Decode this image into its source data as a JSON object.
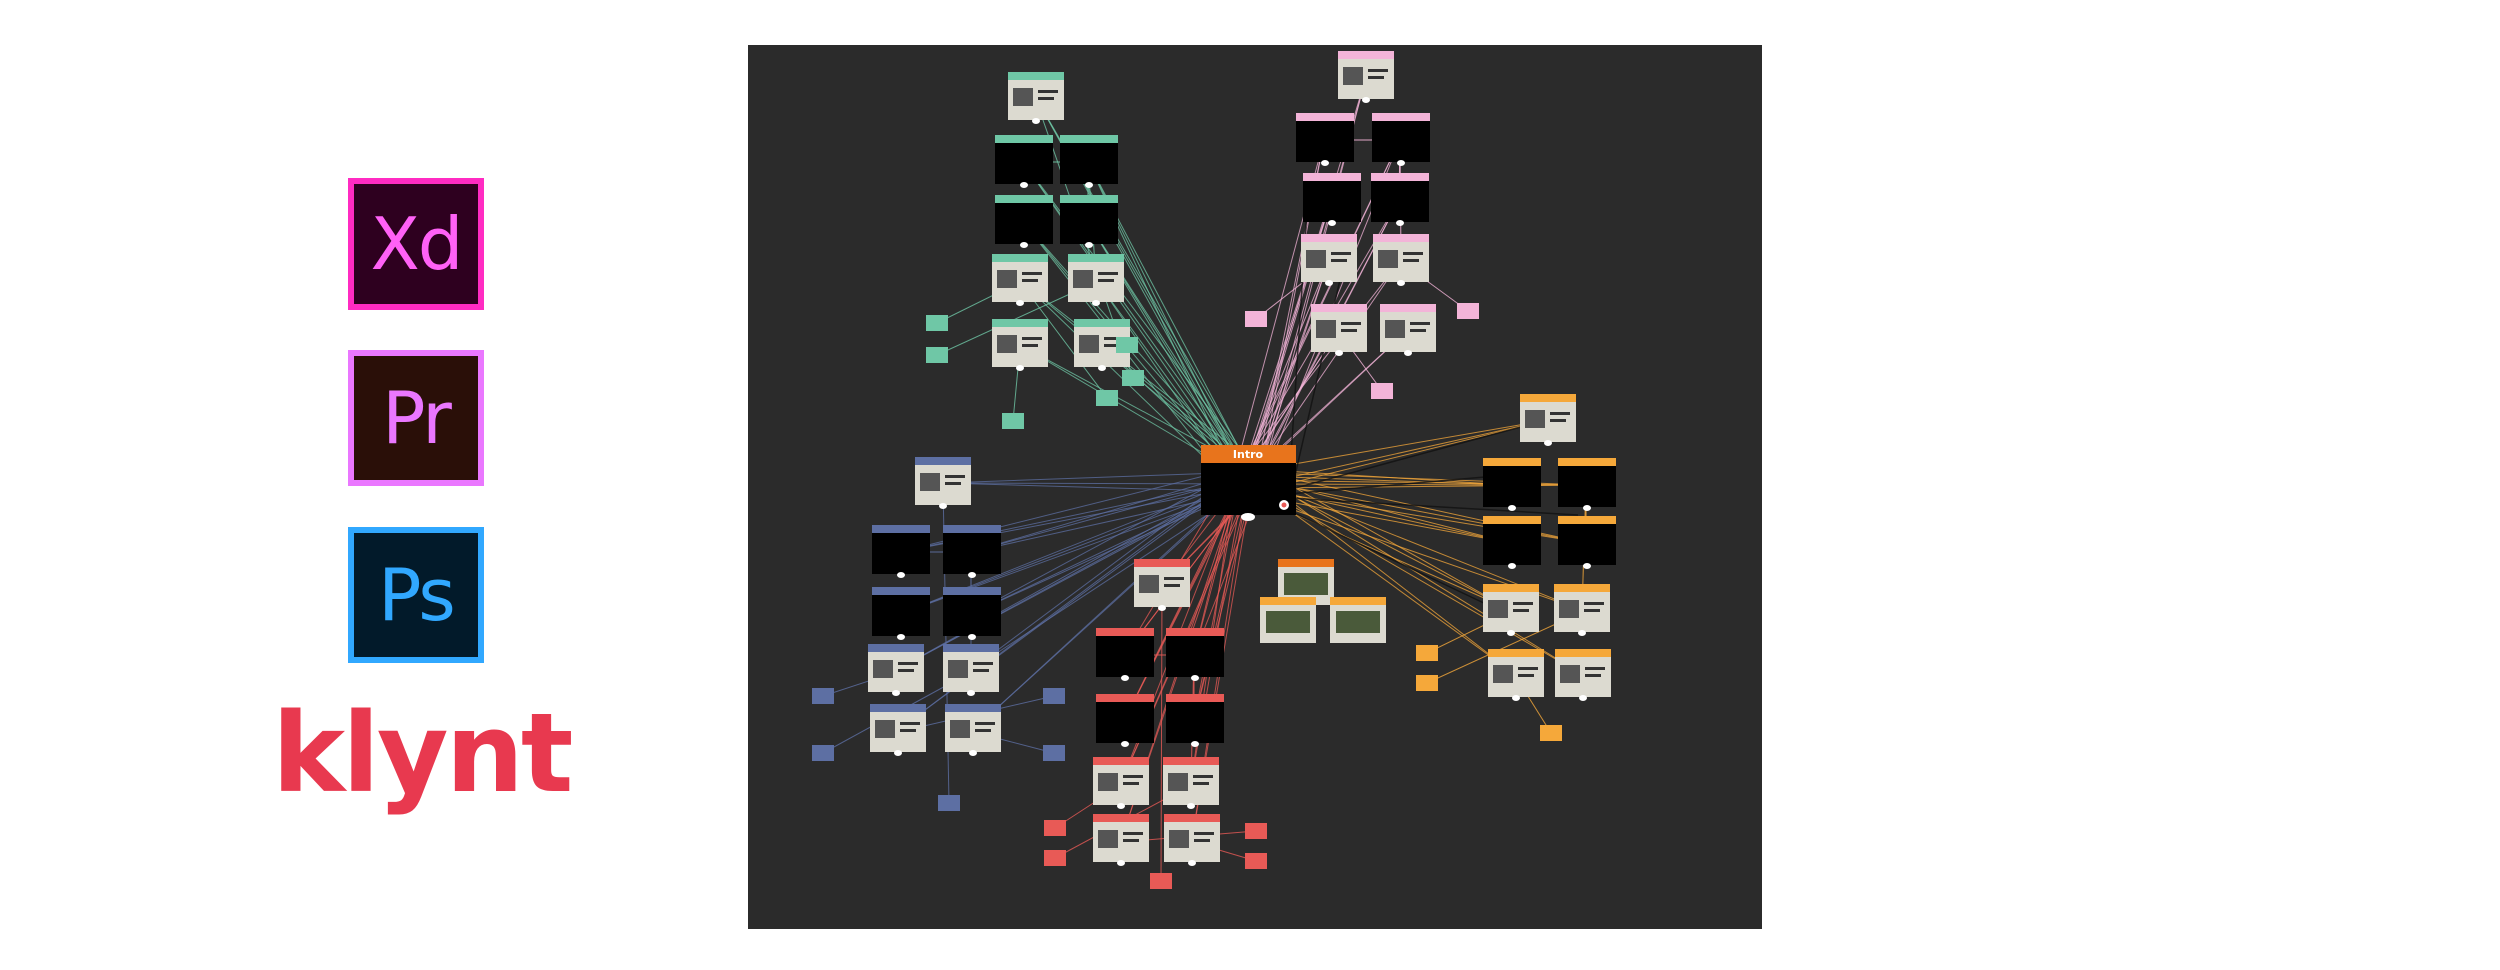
{
  "logos": [
    {
      "id": "xd",
      "text": "Xd",
      "border": "#ff2bc2",
      "fg": "#ff61f6",
      "bg": "#2e001f"
    },
    {
      "id": "pr",
      "text": "Pr",
      "border": "#ea77ff",
      "fg": "#ea77ff",
      "bg": "#2a0f08"
    },
    {
      "id": "ps",
      "text": "Ps",
      "border": "#31a8ff",
      "fg": "#31a8ff",
      "bg": "#021a2a"
    }
  ],
  "brand": {
    "text": "klynt",
    "color": "#e8394f"
  },
  "colors": {
    "canvas": "#2b2b2b",
    "green": "#6fc7a6",
    "pink": "#f3b4d8",
    "orange": "#f5a83a",
    "blue": "#5d6fa3",
    "red": "#e85a56",
    "intro": "#e8741c",
    "card": "#dcdad0",
    "screen": "#000000"
  },
  "intro": {
    "label": "Intro"
  }
}
